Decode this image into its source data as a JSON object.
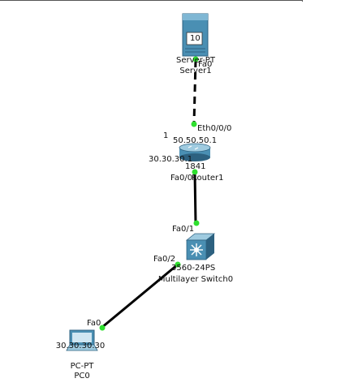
{
  "devices": {
    "server": {
      "model": "Server-PT",
      "name": "Server1",
      "badge": "10",
      "port": "Fa0"
    },
    "router": {
      "model": "1841",
      "name": "Router1",
      "port_top": "Eth0/0/0",
      "port_bottom": "Fa0/0",
      "ip_eth": "50.50.50.1",
      "ip_fa": "30.30.30.1",
      "marker": "1"
    },
    "switch": {
      "model": "3560-24PS",
      "name": "Multilayer Switch0",
      "port_top": "Fa0/1",
      "port_bottom": "Fa0/2"
    },
    "pc": {
      "model": "PC-PT",
      "name": "PC0",
      "port": "Fa0",
      "ip": "30.30.30.30"
    }
  },
  "links": [
    {
      "from": "Server1:Fa0",
      "to": "Router1:Eth0/0/0",
      "style": "dashed"
    },
    {
      "from": "Router1:Fa0/0",
      "to": "Multilayer Switch0:Fa0/1",
      "style": "solid"
    },
    {
      "from": "Multilayer Switch0:Fa0/2",
      "to": "PC0:Fa0",
      "style": "solid"
    }
  ],
  "colors": {
    "link": "#000000",
    "link_up": "#2fe02f",
    "device_blue": "#4a8fb3"
  }
}
